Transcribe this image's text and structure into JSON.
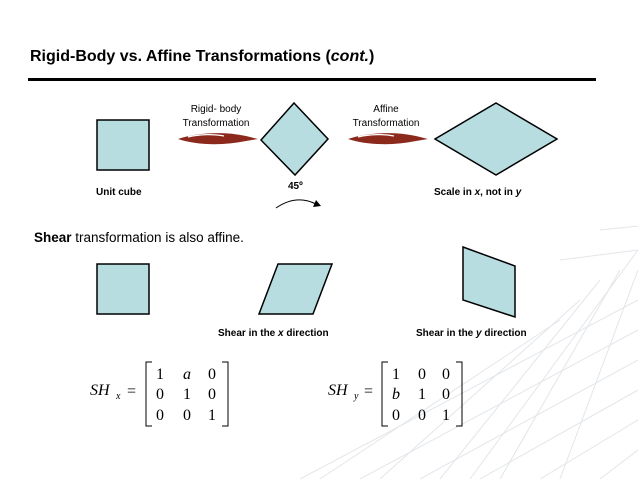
{
  "slide": {
    "title_main": "Rigid-Body vs. Affine Transformations (",
    "title_emph": "cont.",
    "title_end": ")",
    "arrow1_line1": "Rigid- body",
    "arrow1_line2": "Transformation",
    "arrow2_line1": "Affine",
    "arrow2_line2": "Transformation",
    "angle_label": "45º",
    "unit_cube_label": "Unit cube",
    "scale_label_pre": "Scale in ",
    "scale_label_x": "x",
    "scale_label_mid": ", not in ",
    "scale_label_y": "y",
    "shear_bold": "Shear",
    "shear_rest": " transformation is also affine.",
    "shear_x_pre": "Shear in the ",
    "shear_x_var": "x",
    "shear_x_post": " direction",
    "shear_y_pre": "Shear in the ",
    "shear_y_var": "y",
    "shear_y_post": " direction",
    "colors": {
      "shape_fill": "#b7dde1",
      "arrow": "#8b2a1c",
      "grid": "#e2e6ea"
    }
  },
  "matrix_x": {
    "symbol": "SH",
    "subscript": "x",
    "equals": "=",
    "rows": [
      [
        "1",
        "a",
        "0"
      ],
      [
        "0",
        "1",
        "0"
      ],
      [
        "0",
        "0",
        "1"
      ]
    ]
  },
  "matrix_y": {
    "symbol": "SH",
    "subscript": "y",
    "equals": "=",
    "rows": [
      [
        "1",
        "0",
        "0"
      ],
      [
        "b",
        "1",
        "0"
      ],
      [
        "0",
        "0",
        "1"
      ]
    ]
  }
}
